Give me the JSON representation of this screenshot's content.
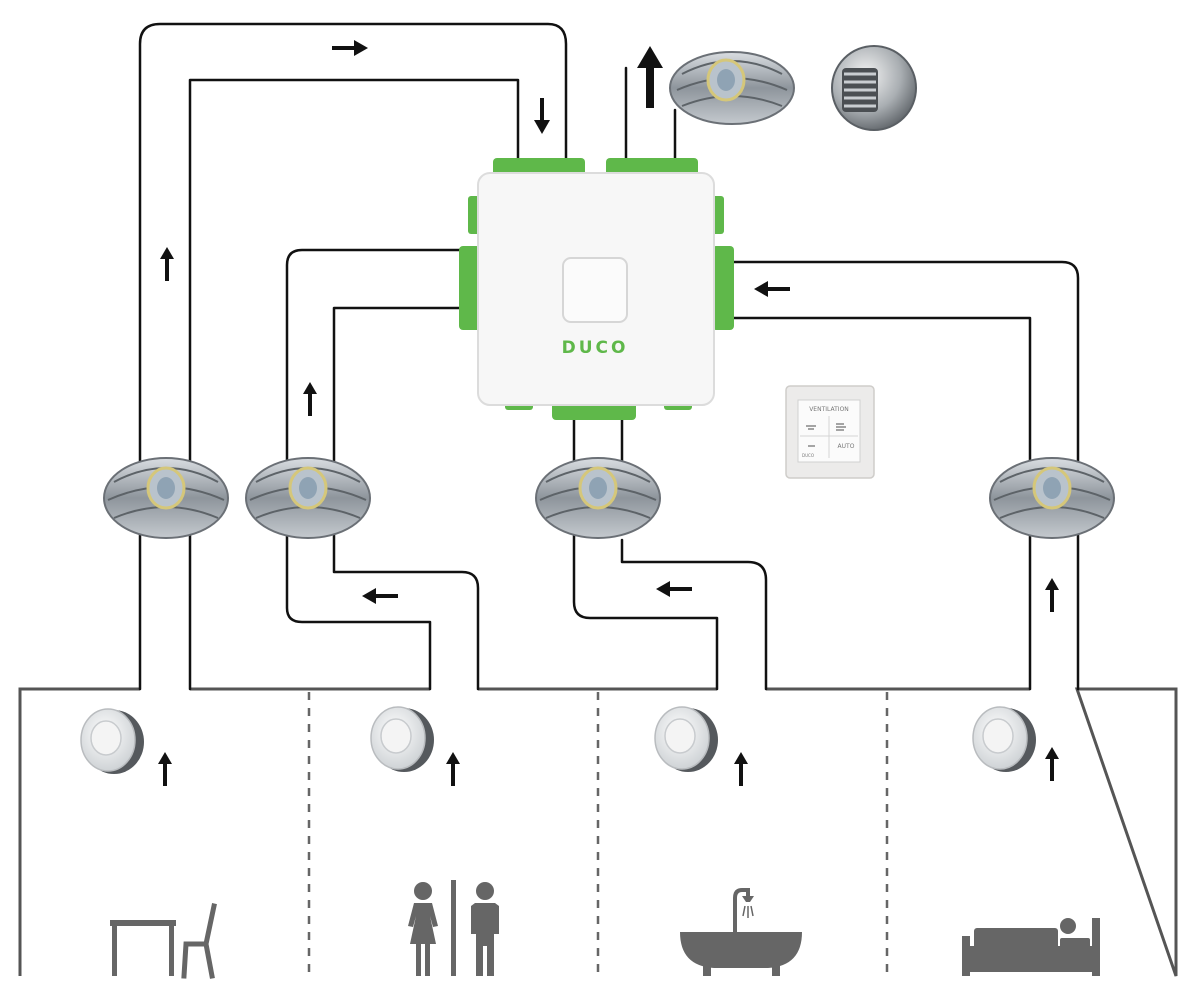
{
  "unit": {
    "brand": "DUCO",
    "brand_color": "#5fb84a",
    "body_color": "#f7f7f7"
  },
  "control_panel": {
    "title": "VENTILATION",
    "mode_auto": "AUTO",
    "maker": "DUCO"
  },
  "rooms": [
    {
      "id": "living-dining",
      "icon": "table-chair-icon"
    },
    {
      "id": "toilet",
      "icon": "toilet-people-icon"
    },
    {
      "id": "bathroom",
      "icon": "bathtub-shower-icon"
    },
    {
      "id": "bedroom",
      "icon": "bed-sleeper-icon"
    }
  ],
  "colors": {
    "duct_line": "#111111",
    "room_outline": "#555555",
    "icon": "#666666",
    "flex_duct": "#9aa0a6",
    "connector": "#5fb84a"
  }
}
